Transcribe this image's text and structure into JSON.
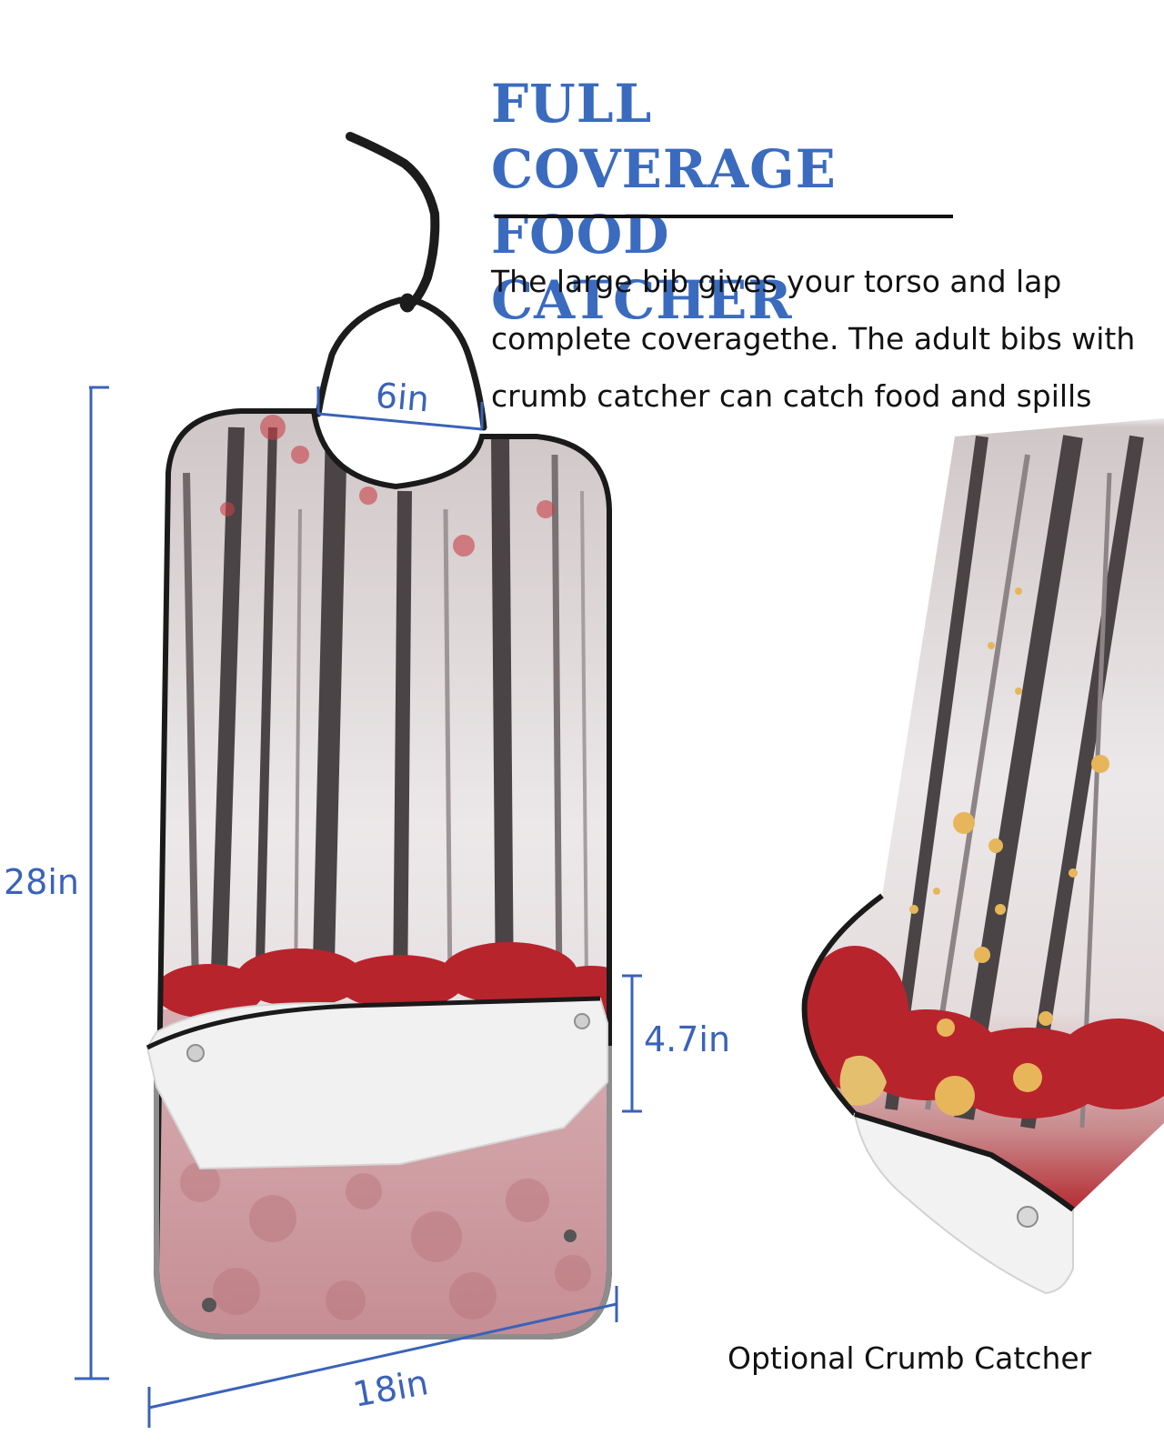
{
  "heading": {
    "line1": "FULL COVERAGE",
    "line2": "FOOD CATCHER"
  },
  "description": {
    "line1": "The large bib gives your torso and lap",
    "line2": "complete coveragethe. The adult bibs with",
    "line3": "crumb catcher can catch food and spills"
  },
  "dimensions": {
    "neck": "6in",
    "height": "28in",
    "pocket": "4.7in",
    "width": "18in"
  },
  "caption": "Optional Crumb Catcher",
  "colors": {
    "heading": "#3a6bbf",
    "dimension_lines": "#3a63b8",
    "bib_border": "#1a1a1a",
    "leaves": "#b8242c"
  }
}
